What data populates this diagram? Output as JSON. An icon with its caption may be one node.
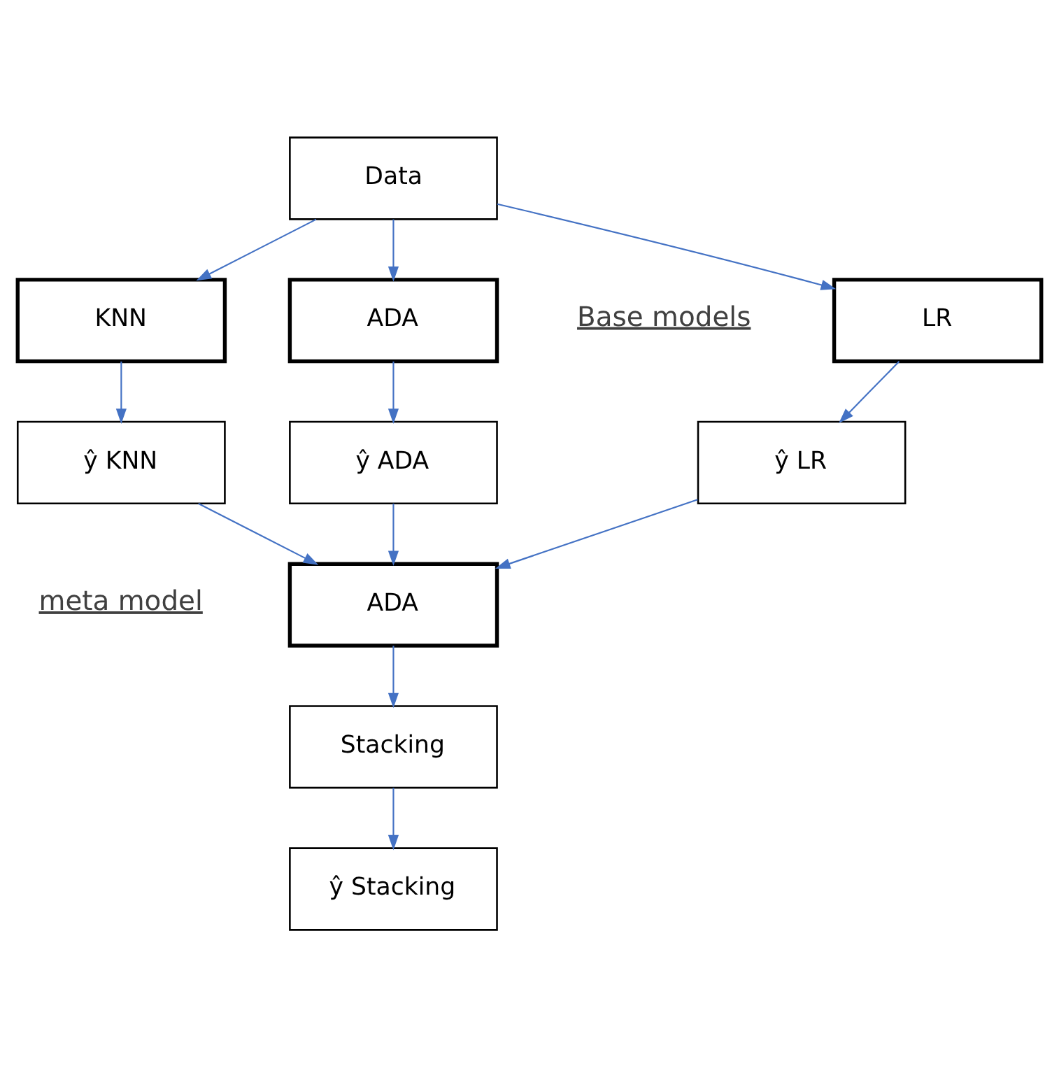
{
  "diagram": {
    "nodes": [
      {
        "text": [
          "Data"
        ]
      },
      {
        "text": [
          "ADA"
        ]
      },
      {
        "text": [
          "LR"
        ]
      },
      {
        "text": [
          "KNN"
        ]
      },
      {
        "text": [
          "ŷ ADA"
        ]
      },
      {
        "text": [
          "ŷ LR"
        ]
      },
      {
        "text": [
          "ŷ KNN"
        ]
      },
      {
        "text": [
          "ADA"
        ]
      },
      {
        "text": [
          "Stacking"
        ]
      },
      {
        "text": [
          "ŷ Stacking"
        ]
      }
    ],
    "edges": [
      {
        "from": 0,
        "to": 1,
        "arrow": "to"
      },
      {
        "from": 0,
        "to": 2,
        "arrow": "to"
      },
      {
        "from": 0,
        "to": 3,
        "arrow": "to"
      },
      {
        "from": 1,
        "to": 4,
        "arrow": "to"
      },
      {
        "from": 2,
        "to": 5,
        "arrow": "to"
      },
      {
        "from": 3,
        "to": 6,
        "arrow": "to"
      },
      {
        "from": 4,
        "to": 7,
        "arrow": "to"
      },
      {
        "from": 5,
        "to": 7,
        "arrow": "to"
      },
      {
        "from": 6,
        "to": 7,
        "arrow": "to"
      },
      {
        "from": 7,
        "to": 8,
        "arrow": "to"
      },
      {
        "from": 8,
        "to": 9,
        "arrow": "to"
      }
    ],
    "labels": [
      "Base models",
      "meta model"
    ]
  }
}
